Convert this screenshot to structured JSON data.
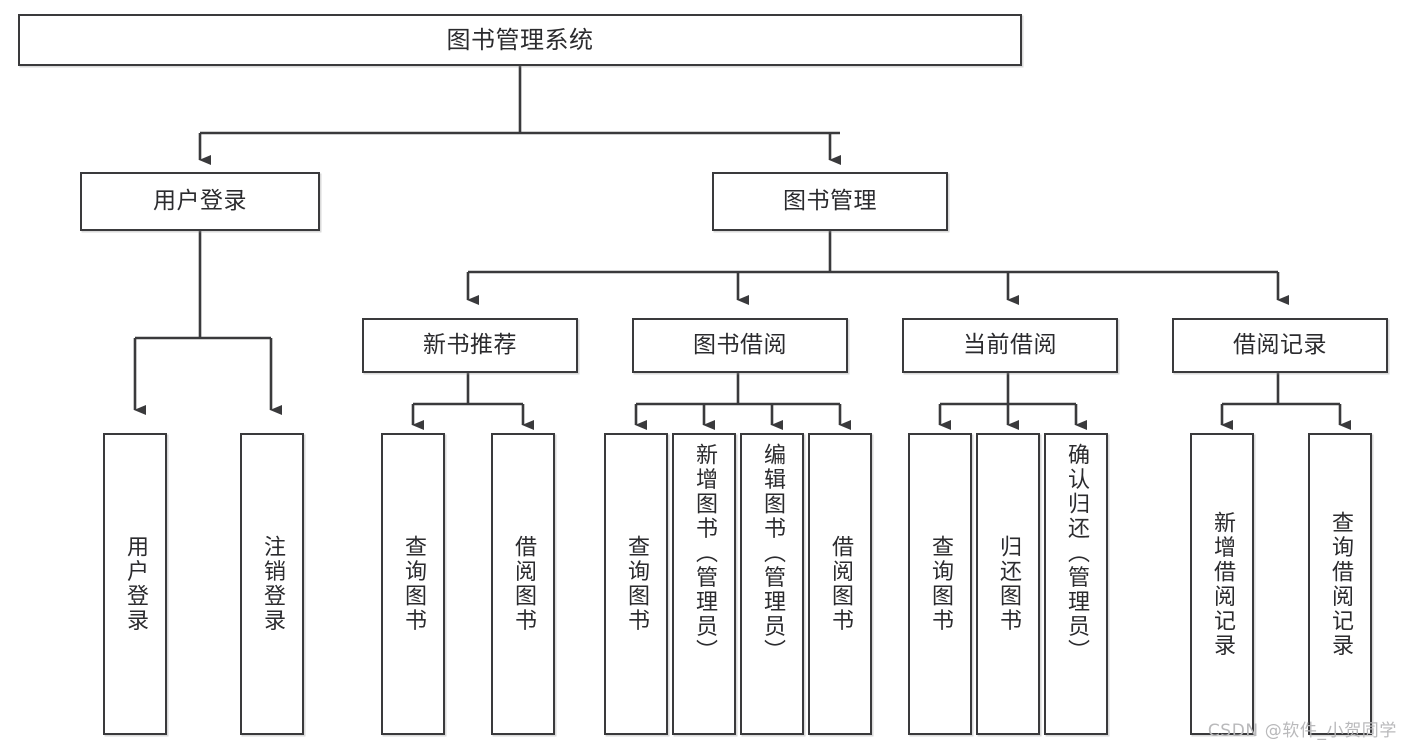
{
  "diagram": {
    "type": "tree",
    "title": "图书管理系统",
    "root": {
      "label": "图书管理系统"
    },
    "level2": [
      {
        "label": "用户登录"
      },
      {
        "label": "图书管理"
      }
    ],
    "level3": [
      {
        "label": "新书推荐"
      },
      {
        "label": "图书借阅"
      },
      {
        "label": "当前借阅"
      },
      {
        "label": "借阅记录"
      }
    ],
    "leaves": {
      "user_login": [
        {
          "label": "用户登录"
        },
        {
          "label": "注销登录"
        }
      ],
      "new_book_recommend": [
        {
          "label": "查询图书"
        },
        {
          "label": "借阅图书"
        }
      ],
      "book_borrow": [
        {
          "label": "查询图书"
        },
        {
          "label": "新增图书（管理员）"
        },
        {
          "label": "编辑图书（管理员）"
        },
        {
          "label": "借阅图书"
        }
      ],
      "current_borrow": [
        {
          "label": "查询图书"
        },
        {
          "label": "归还图书"
        },
        {
          "label": "确认归还（管理员）"
        }
      ],
      "borrow_record": [
        {
          "label": "新增借阅记录"
        },
        {
          "label": "查询借阅记录"
        }
      ]
    },
    "colors": {
      "box_border": "#3a3a3c",
      "box_fill": "#ffffff",
      "text": "#2b2b2e",
      "connector": "#3a3a3c",
      "watermark": "#b9b9bb"
    }
  },
  "watermark": {
    "text": "CSDN @软件_小贺同学"
  }
}
